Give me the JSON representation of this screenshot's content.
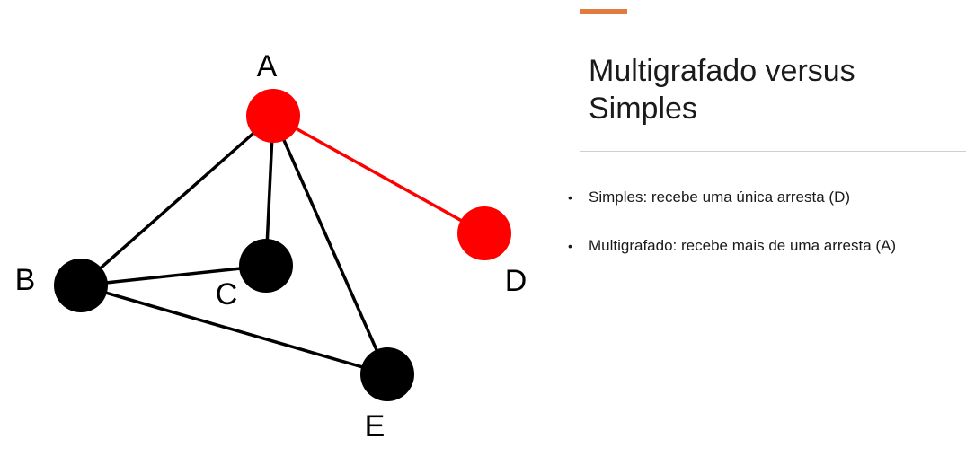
{
  "colors": {
    "accent": "#e27b3e",
    "highlight": "#ff0000",
    "node": "#000000",
    "edge": "#000000"
  },
  "slide": {
    "title_line1": "Multigrafado versus",
    "title_line2": "Simples",
    "bullets": [
      "Simples: recebe uma única arresta (D)",
      "Multigrafado: recebe mais de uma arresta (A)"
    ]
  },
  "graph": {
    "nodes": [
      {
        "id": "A",
        "label": "A",
        "highlighted": true
      },
      {
        "id": "B",
        "label": "B",
        "highlighted": false
      },
      {
        "id": "C",
        "label": "C",
        "highlighted": false
      },
      {
        "id": "D",
        "label": "D",
        "highlighted": true
      },
      {
        "id": "E",
        "label": "E",
        "highlighted": false
      }
    ],
    "edges": [
      {
        "from": "A",
        "to": "B",
        "highlighted": false
      },
      {
        "from": "A",
        "to": "C",
        "highlighted": false
      },
      {
        "from": "A",
        "to": "E",
        "highlighted": false
      },
      {
        "from": "A",
        "to": "D",
        "highlighted": true
      },
      {
        "from": "B",
        "to": "C",
        "highlighted": false
      },
      {
        "from": "B",
        "to": "E",
        "highlighted": false
      }
    ]
  }
}
